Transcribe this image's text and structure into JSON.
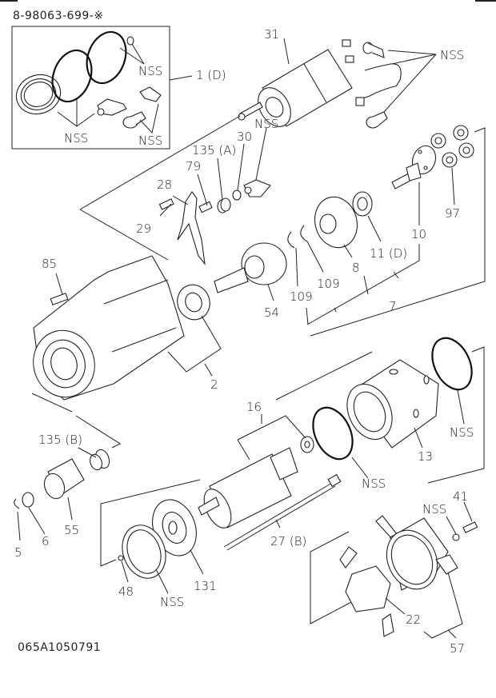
{
  "header": {
    "part_number": "8-98063-699-※"
  },
  "footer": {
    "drawing_code": "065A1050791"
  },
  "diagram": {
    "title": "Starter motor exploded view",
    "kit_box": {
      "label": "1 (D)",
      "nss_labels": [
        "NSS",
        "NSS",
        "NSS"
      ]
    },
    "callouts": {
      "c31": "31",
      "c_nss_top": "NSS",
      "c_nss_solenoid": "NSS",
      "c30": "30",
      "c135a": "135 (A)",
      "c79": "79",
      "c28": "28",
      "c29": "29",
      "c97": "97",
      "c10": "10",
      "c11d": "11 (D)",
      "c8": "8",
      "c7": "7",
      "c109a": "109",
      "c109b": "109",
      "c54": "54",
      "c85": "85",
      "c2": "2",
      "c16": "16",
      "c13": "13",
      "c_nss_ring": "NSS",
      "c_nss_ring2": "NSS",
      "c135b": "135 (B)",
      "c55": "55",
      "c6": "6",
      "c5": "5",
      "c27b": "27 (B)",
      "c131": "131",
      "c48": "48",
      "c_nss_seal": "NSS",
      "c41": "41",
      "c_nss_oring": "NSS",
      "c22": "22",
      "c57": "57"
    }
  }
}
